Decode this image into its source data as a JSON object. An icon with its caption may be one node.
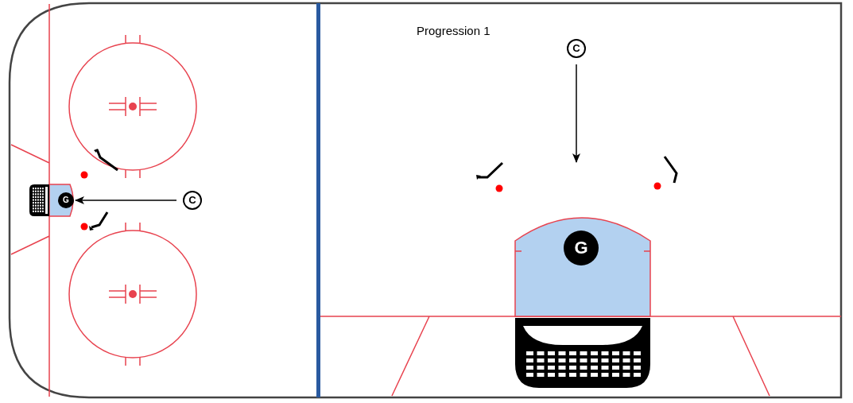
{
  "diagram": {
    "title": "Progression 1",
    "nodes": [
      {
        "text": [
          "C"
        ]
      },
      {
        "text": [
          "G"
        ]
      },
      {
        "text": [
          "C"
        ]
      },
      {
        "text": [
          "G"
        ]
      }
    ],
    "edges": [
      {
        "from": 0,
        "to": 1,
        "arrow": "to"
      },
      {
        "from": 2,
        "to": null,
        "arrow": "to"
      }
    ]
  }
}
